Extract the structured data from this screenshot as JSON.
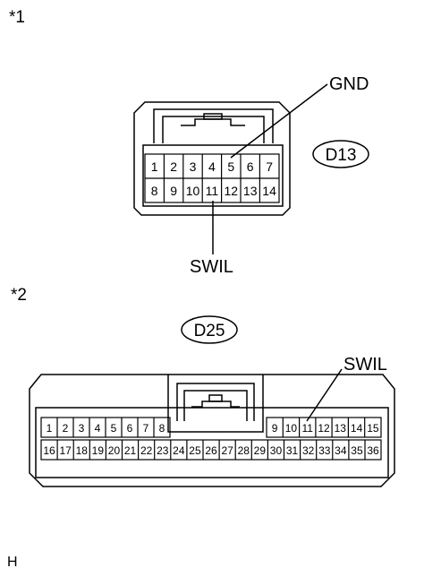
{
  "markers": {
    "first": "*1",
    "second": "*2"
  },
  "connector_d13": {
    "code": "D13",
    "row1": [
      "1",
      "2",
      "3",
      "4",
      "5",
      "6",
      "7"
    ],
    "row2": [
      "8",
      "9",
      "10",
      "11",
      "12",
      "13",
      "14"
    ],
    "labels": {
      "gnd": "GND",
      "swil": "SWIL"
    }
  },
  "connector_d25": {
    "code": "D25",
    "row1_left": [
      "1",
      "2",
      "3",
      "4",
      "5",
      "6",
      "7",
      "8"
    ],
    "row1_right": [
      "9",
      "10",
      "11",
      "12",
      "13",
      "14",
      "15"
    ],
    "row2": [
      "16",
      "17",
      "18",
      "19",
      "20",
      "21",
      "22",
      "23",
      "24",
      "25",
      "26",
      "27",
      "28",
      "29",
      "30",
      "31",
      "32",
      "33",
      "34",
      "35",
      "36"
    ],
    "labels": {
      "swil": "SWIL"
    }
  },
  "page_id": "H"
}
